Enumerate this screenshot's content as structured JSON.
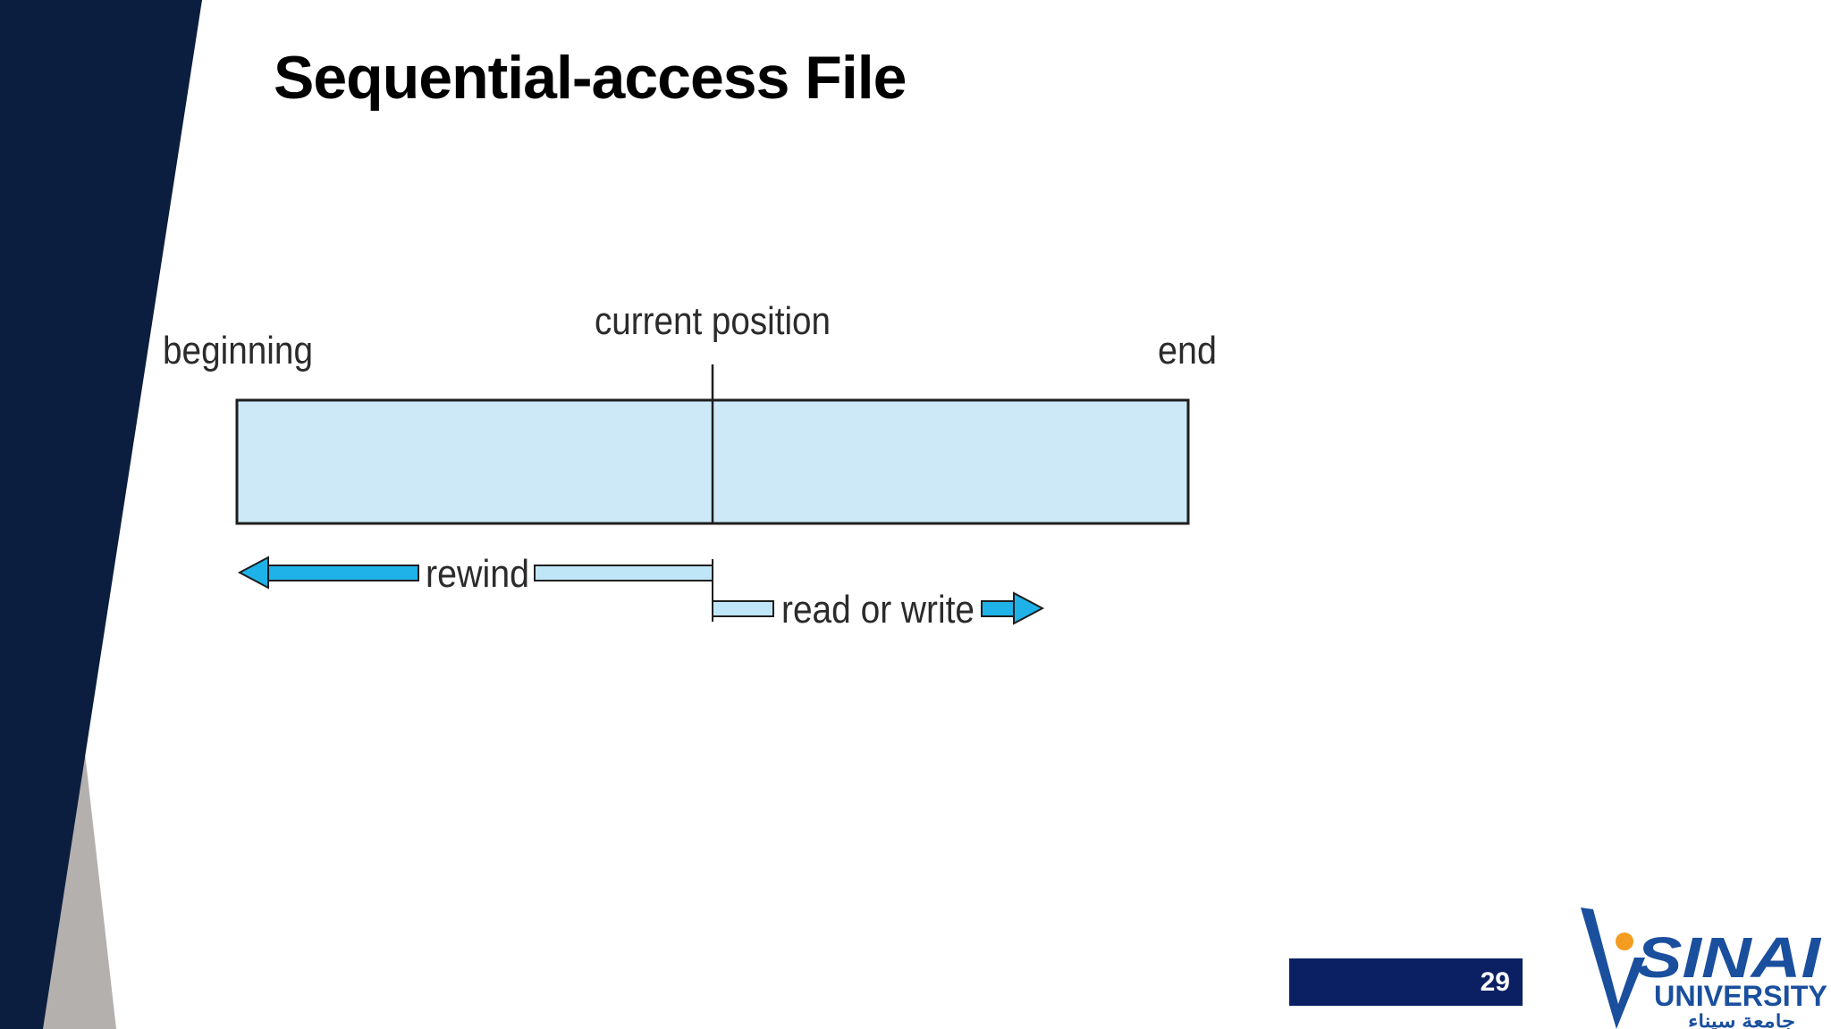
{
  "slide": {
    "title": "Sequential-access File",
    "page_number": "29"
  },
  "diagram": {
    "labels": {
      "beginning": "beginning",
      "current_position": "current position",
      "end": "end",
      "rewind": "rewind",
      "read_or_write": "read or write"
    },
    "colors": {
      "file_fill": "#cde9f8",
      "arrow_fill": "#1fb2e8",
      "shaft_fill": "#bfe6f7"
    }
  },
  "logo": {
    "text_main": "SINAI",
    "text_sub": "UNIVERSITY",
    "text_arabic": "جامعة سيناء",
    "colors": {
      "blue": "#1a4f9e",
      "orange": "#f39c1f"
    }
  },
  "theme": {
    "navy": "#0b1e3f",
    "gray": "#b4b0ae",
    "page_bar": "#0b2063"
  }
}
